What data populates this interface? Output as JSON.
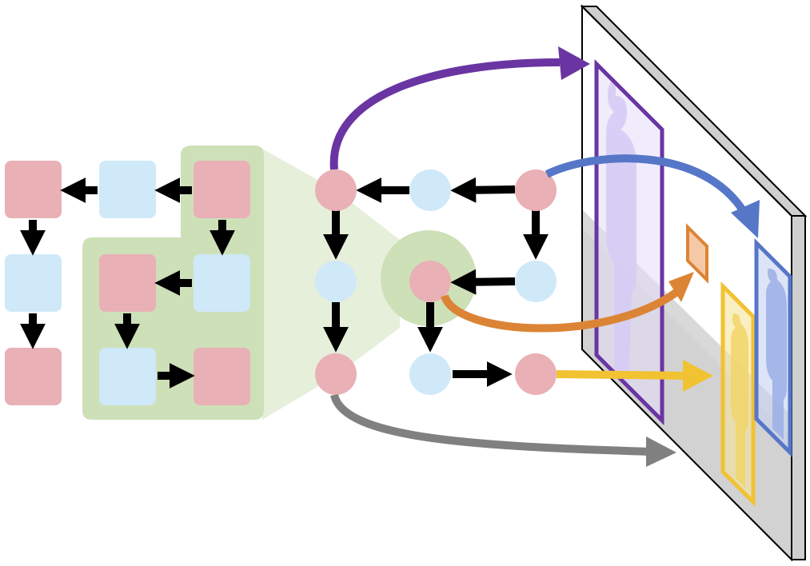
{
  "diagram": {
    "type": "grid-graph-to-detection-figure",
    "colors": {
      "red_node": "#e9b0b6",
      "blue_node": "#cfe9f9",
      "highlight_green": "#cde0b8",
      "highlight_green_light": "#e6efda",
      "arrow_black": "#000000",
      "purple": "#6a35a3",
      "blue": "#5676c8",
      "orange": "#dc8435",
      "yellow": "#f1c232",
      "gray": "#808080",
      "panel_light": "#f2f2f2",
      "panel_dark": "#d2d2d2"
    },
    "left_grid": {
      "node_shape": "rounded-square",
      "highlighted_nodes": 5
    },
    "middle_graph": {
      "node_shape": "circle",
      "highlighted_nodes": 1
    },
    "image_panel": {
      "boxes": [
        "purple",
        "orange",
        "yellow",
        "blue"
      ]
    }
  }
}
